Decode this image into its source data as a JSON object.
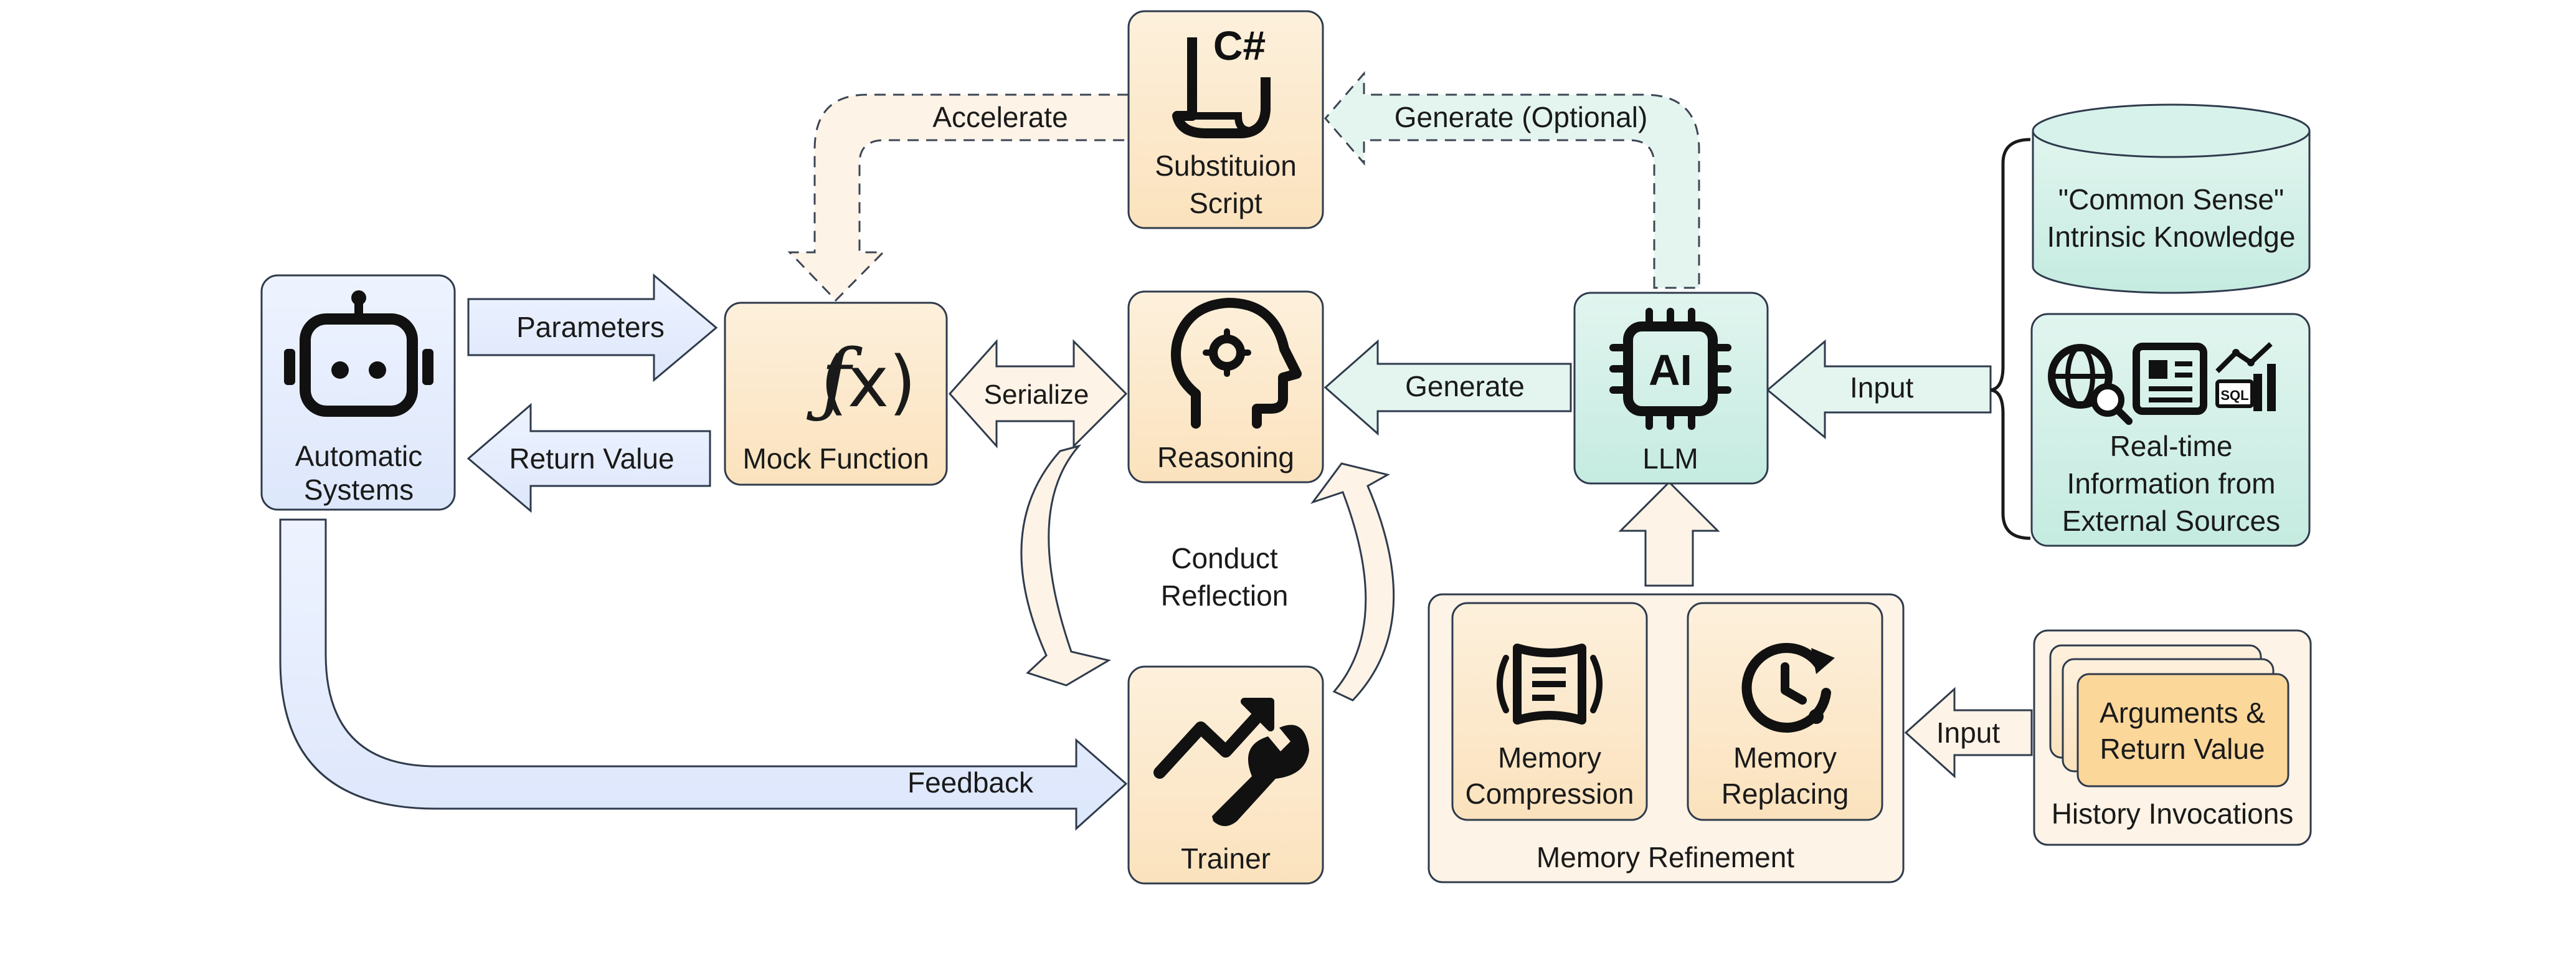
{
  "colors": {
    "orange_fill": "#fde9c9",
    "orange_light": "#fdf2e4",
    "orange_deep": "#ffd699",
    "blue_fill": "#e7efff",
    "teal_fill": "#d6f1ea",
    "teal_light": "#e4f5f0",
    "stroke": "#2f3b4c"
  },
  "nodes": {
    "automatic_systems": {
      "label_line1": "Automatic",
      "label_line2": "Systems",
      "icon": "robot-icon"
    },
    "mock_function": {
      "label": "Mock Function",
      "icon": "function-icon"
    },
    "reasoning": {
      "label": "Reasoning",
      "icon": "head-gear-icon"
    },
    "trainer": {
      "label": "Trainer",
      "icon": "trend-wrench-icon"
    },
    "substitution_script": {
      "label_line1": "Substituion",
      "label_line2": "Script",
      "icon": "csharp-icon"
    },
    "llm": {
      "label": "LLM",
      "icon": "ai-chip-icon"
    },
    "common_sense": {
      "label_line1": "\"Common Sense\"",
      "label_line2": "Intrinsic Knowledge",
      "icon": "database-cylinder-icon"
    },
    "real_time": {
      "label_line1": "Real-time",
      "label_line2": "Information from",
      "label_line3": "External Sources",
      "icons": [
        "globe-search-icon",
        "newspaper-icon",
        "sql-chart-icon"
      ]
    },
    "memory_refinement": {
      "label": "Memory Refinement"
    },
    "memory_compression": {
      "label_line1": "Memory",
      "label_line2": "Compression",
      "icon": "scroll-icon"
    },
    "memory_replacing": {
      "label_line1": "Memory",
      "label_line2": "Replacing",
      "icon": "clock-replace-icon"
    },
    "history_invocations": {
      "label": "History Invocations",
      "card_line1": "Arguments &",
      "card_line2": "Return Value"
    }
  },
  "edges": {
    "parameters": "Parameters",
    "return_value": "Return Value",
    "serialize": "Serialize",
    "generate": "Generate",
    "generate_optional": "Generate (Optional)",
    "accelerate": "Accelerate",
    "input_top": "Input",
    "input_bottom": "Input",
    "feedback": "Feedback",
    "conduct_reflection_line1": "Conduct",
    "conduct_reflection_line2": "Reflection"
  }
}
